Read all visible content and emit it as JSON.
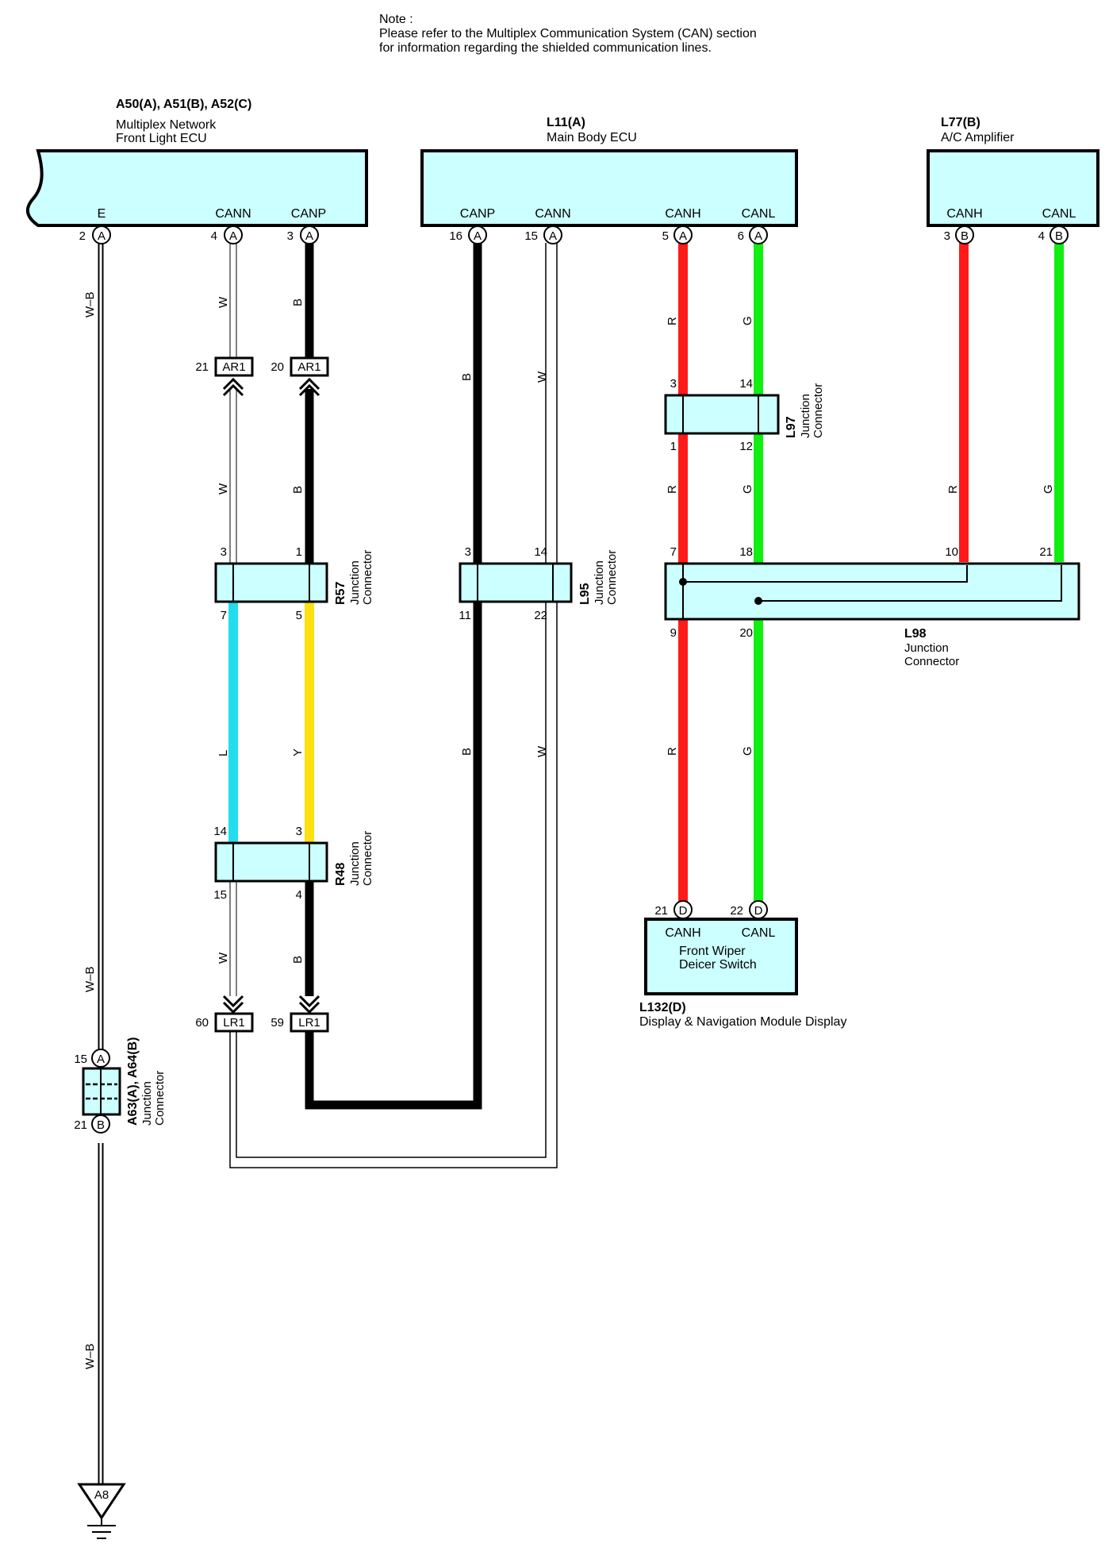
{
  "note": {
    "title": "Note :",
    "line1": "Please refer to the Multiplex Communication System (CAN) section",
    "line2": "for information regarding the shielded communication lines."
  },
  "ecu_front_light": {
    "code": "A50(A), A51(B), A52(C)",
    "name1": "Multiplex Network",
    "name2": "Front Light ECU",
    "terminals": [
      {
        "name": "E",
        "pin": "2",
        "conn": "A"
      },
      {
        "name": "CANN",
        "pin": "4",
        "conn": "A"
      },
      {
        "name": "CANP",
        "pin": "3",
        "conn": "A"
      }
    ]
  },
  "ecu_main_body": {
    "code": "L11(A)",
    "name": "Main Body ECU",
    "terminals": [
      {
        "name": "CANP",
        "pin": "16",
        "conn": "A"
      },
      {
        "name": "CANN",
        "pin": "15",
        "conn": "A"
      },
      {
        "name": "CANH",
        "pin": "5",
        "conn": "A"
      },
      {
        "name": "CANL",
        "pin": "6",
        "conn": "A"
      }
    ]
  },
  "ecu_ac_amp": {
    "code": "L77(B)",
    "name": "A/C Amplifier",
    "terminals": [
      {
        "name": "CANH",
        "pin": "3",
        "conn": "B"
      },
      {
        "name": "CANL",
        "pin": "4",
        "conn": "B"
      }
    ]
  },
  "display_module": {
    "code": "L132(D)",
    "name": "Display & Navigation Module Display",
    "inner1": "Front Wiper",
    "inner2": "Deicer Switch",
    "terminals": [
      {
        "name": "CANH",
        "pin": "21",
        "conn": "D"
      },
      {
        "name": "CANL",
        "pin": "22",
        "conn": "D"
      }
    ]
  },
  "connectors": {
    "ar1_left": {
      "pin": "21",
      "name": "AR1"
    },
    "ar1_right": {
      "pin": "20",
      "name": "AR1"
    },
    "lr1_left": {
      "pin": "60",
      "name": "LR1"
    },
    "lr1_right": {
      "pin": "59",
      "name": "LR1"
    },
    "r57": {
      "code": "R57",
      "type1": "Junction",
      "type2": "Connector",
      "pins": [
        "3",
        "1",
        "7",
        "5"
      ]
    },
    "r48": {
      "code": "R48",
      "type1": "Junction",
      "type2": "Connector",
      "pins": [
        "14",
        "3",
        "15",
        "4"
      ]
    },
    "l95": {
      "code": "L95",
      "type1": "Junction",
      "type2": "Connector",
      "pins": [
        "3",
        "14",
        "11",
        "22"
      ]
    },
    "l97": {
      "code": "L97",
      "type1": "Junction",
      "type2": "Connector",
      "pins": [
        "3",
        "14",
        "1",
        "12"
      ]
    },
    "l98": {
      "code": "L98",
      "type1": "Junction",
      "type2": "Connector",
      "pins": [
        "7",
        "18",
        "10",
        "21",
        "9",
        "20"
      ]
    },
    "a63": {
      "code": "A63(A), A64(B)",
      "type1": "Junction",
      "type2": "Connector",
      "pin_top": "15",
      "conn_top": "A",
      "pin_bot": "21",
      "conn_bot": "B"
    },
    "ground": {
      "code": "A8"
    }
  },
  "wire_colors": {
    "wb": "W–B",
    "w": "W",
    "b": "B",
    "r": "R",
    "g": "G",
    "l": "L",
    "y": "Y"
  },
  "colors": {
    "red": "#ff1a1a",
    "green": "#11ee11",
    "cyan": "#22ddee",
    "yellow": "#ffe010",
    "black": "#000000",
    "box_fill": "#ccffff"
  }
}
